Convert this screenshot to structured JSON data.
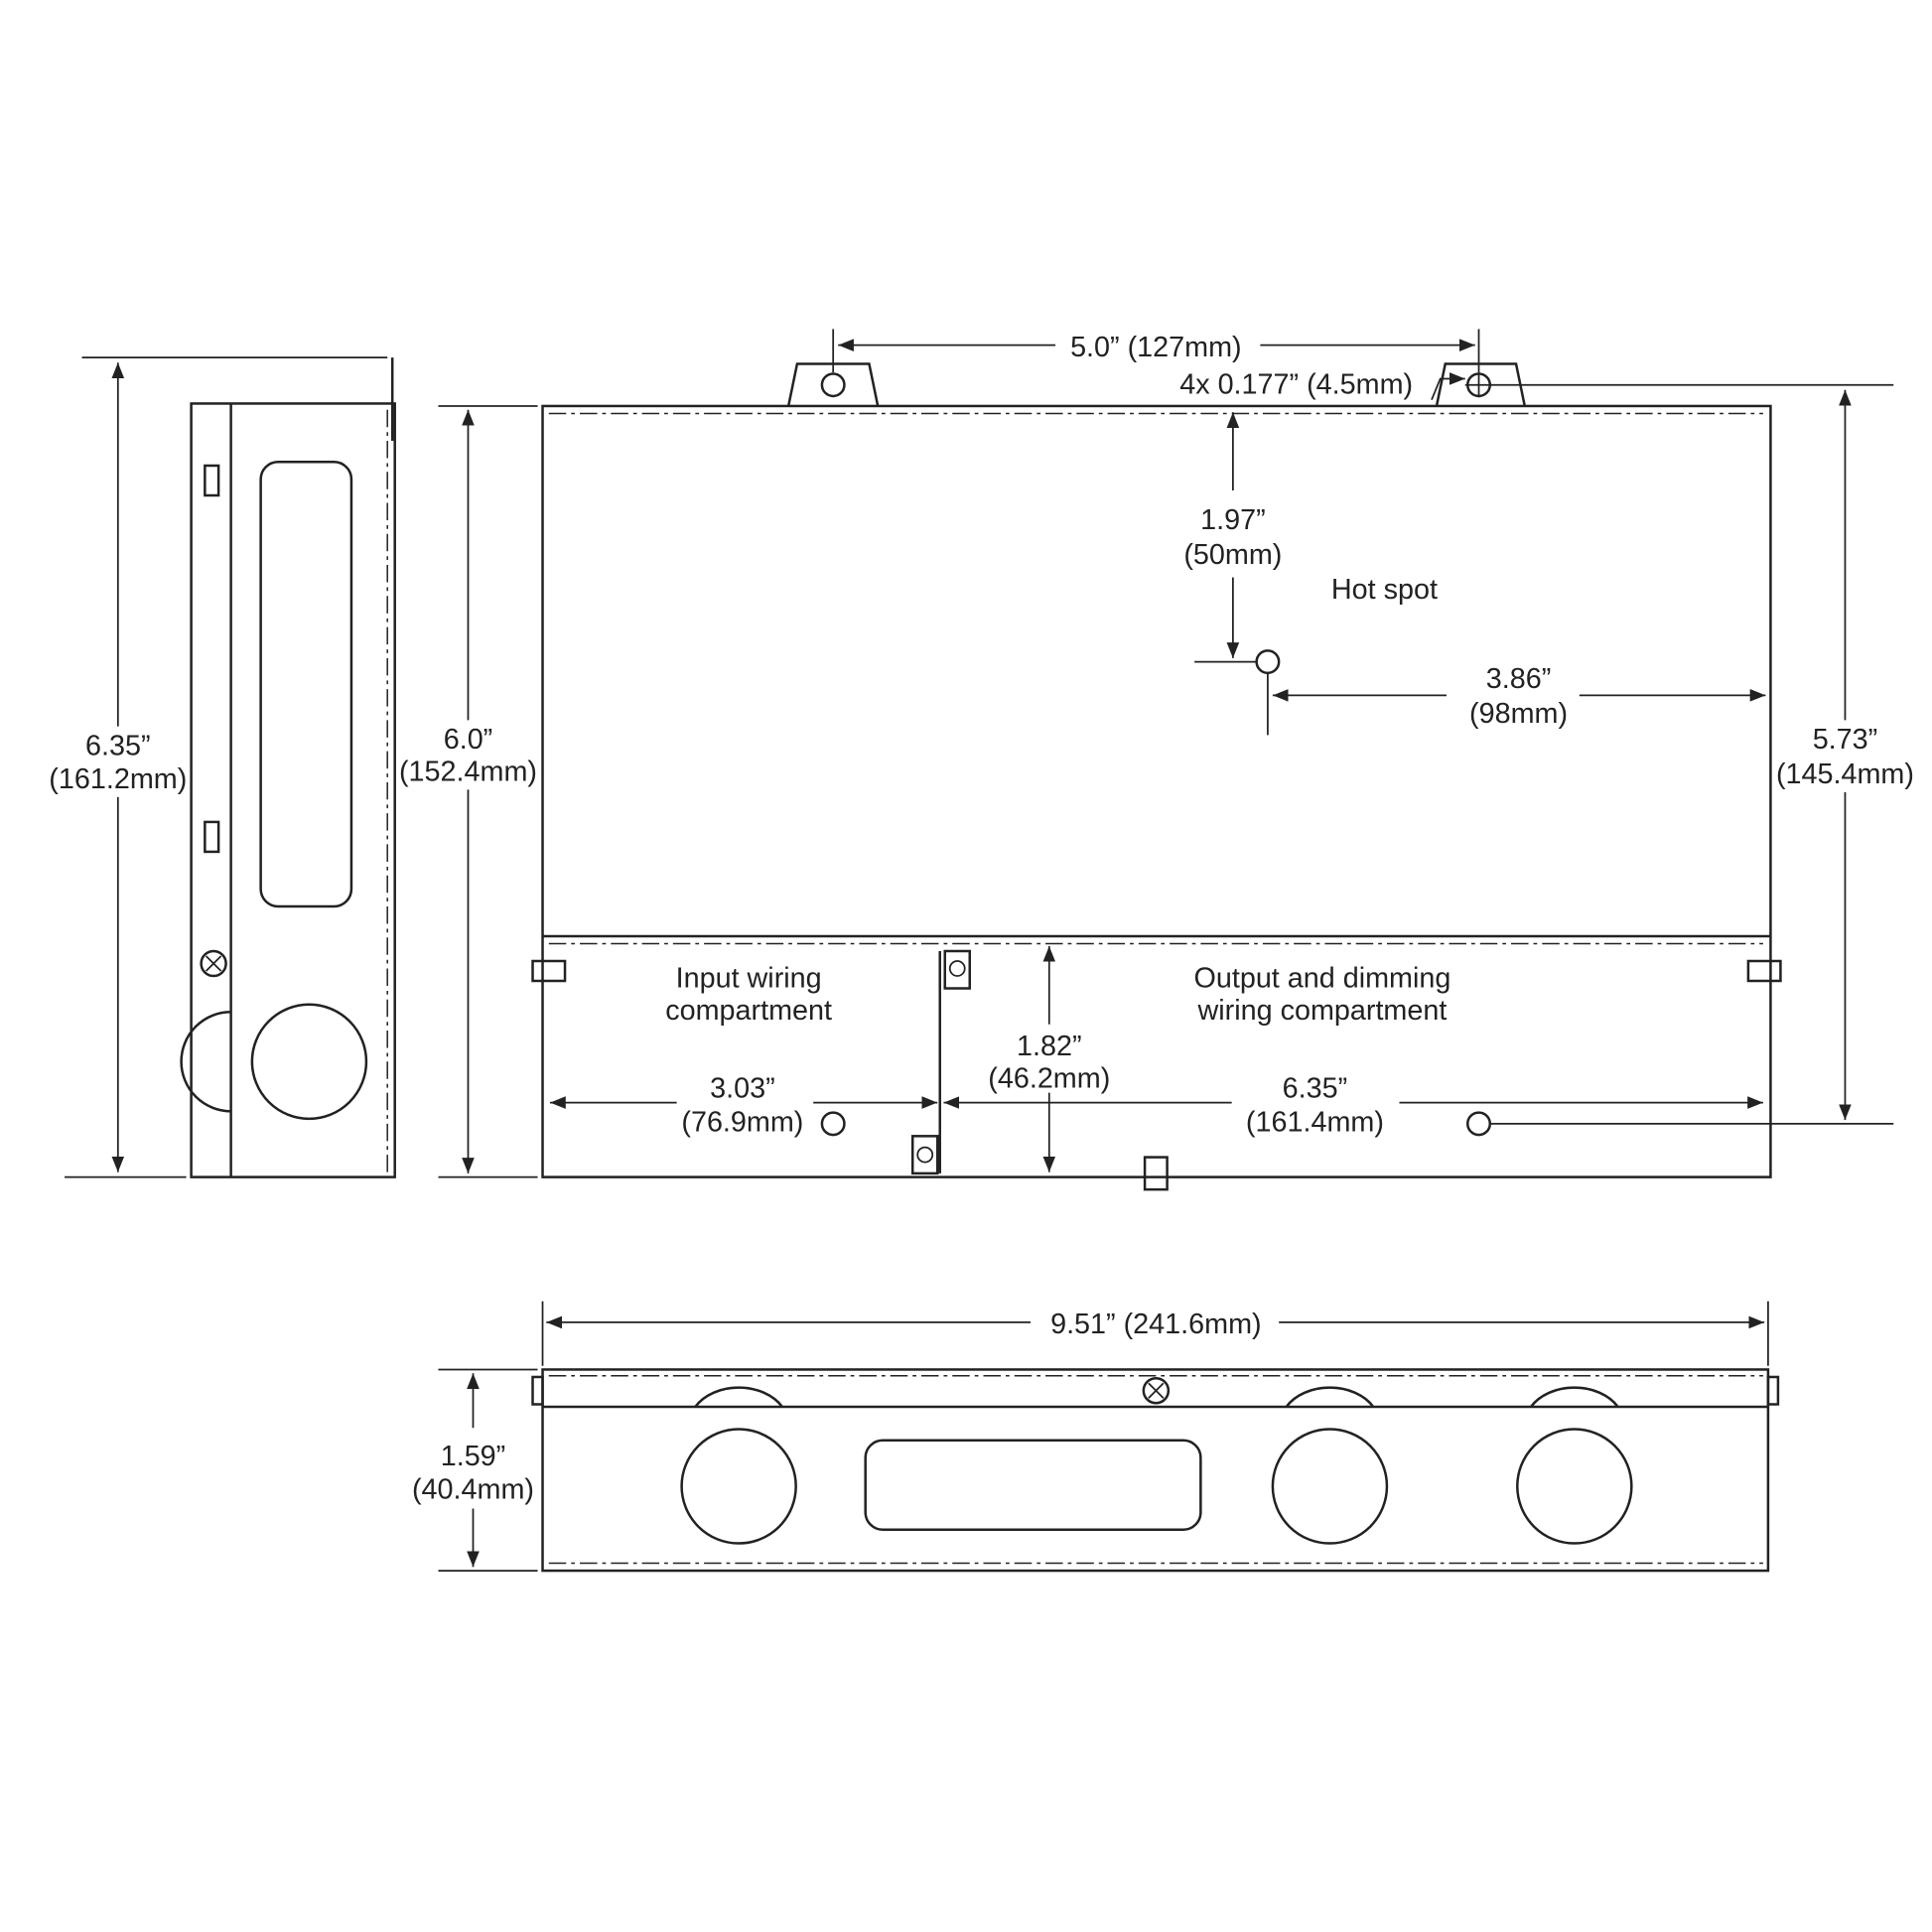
{
  "side_view": {
    "height_in": "6.35”",
    "height_mm": "(161.2mm)"
  },
  "front_view": {
    "height_in": "6.0”",
    "height_mm": "(152.4mm)",
    "hole_spacing": "5.0” (127mm)",
    "hole_size": "4x 0.177” (4.5mm)",
    "hotspot_vertical_in": "1.97”",
    "hotspot_vertical_mm": "(50mm)",
    "hotspot_label": "Hot spot",
    "hotspot_horizontal_in": "3.86”",
    "hotspot_horizontal_mm": "(98mm)",
    "mount_height_in": "5.73”",
    "mount_height_mm": "(145.4mm)",
    "input_label_1": "Input wiring",
    "input_label_2": "compartment",
    "output_label_1": "Output and dimming",
    "output_label_2": "wiring compartment",
    "compartment_height_in": "1.82”",
    "compartment_height_mm": "(46.2mm)",
    "input_width_in": "3.03”",
    "input_width_mm": "(76.9mm)",
    "output_width_in": "6.35”",
    "output_width_mm": "(161.4mm)"
  },
  "bottom_view": {
    "width": "9.51” (241.6mm)",
    "height_in": "1.59”",
    "height_mm": "(40.4mm)"
  }
}
